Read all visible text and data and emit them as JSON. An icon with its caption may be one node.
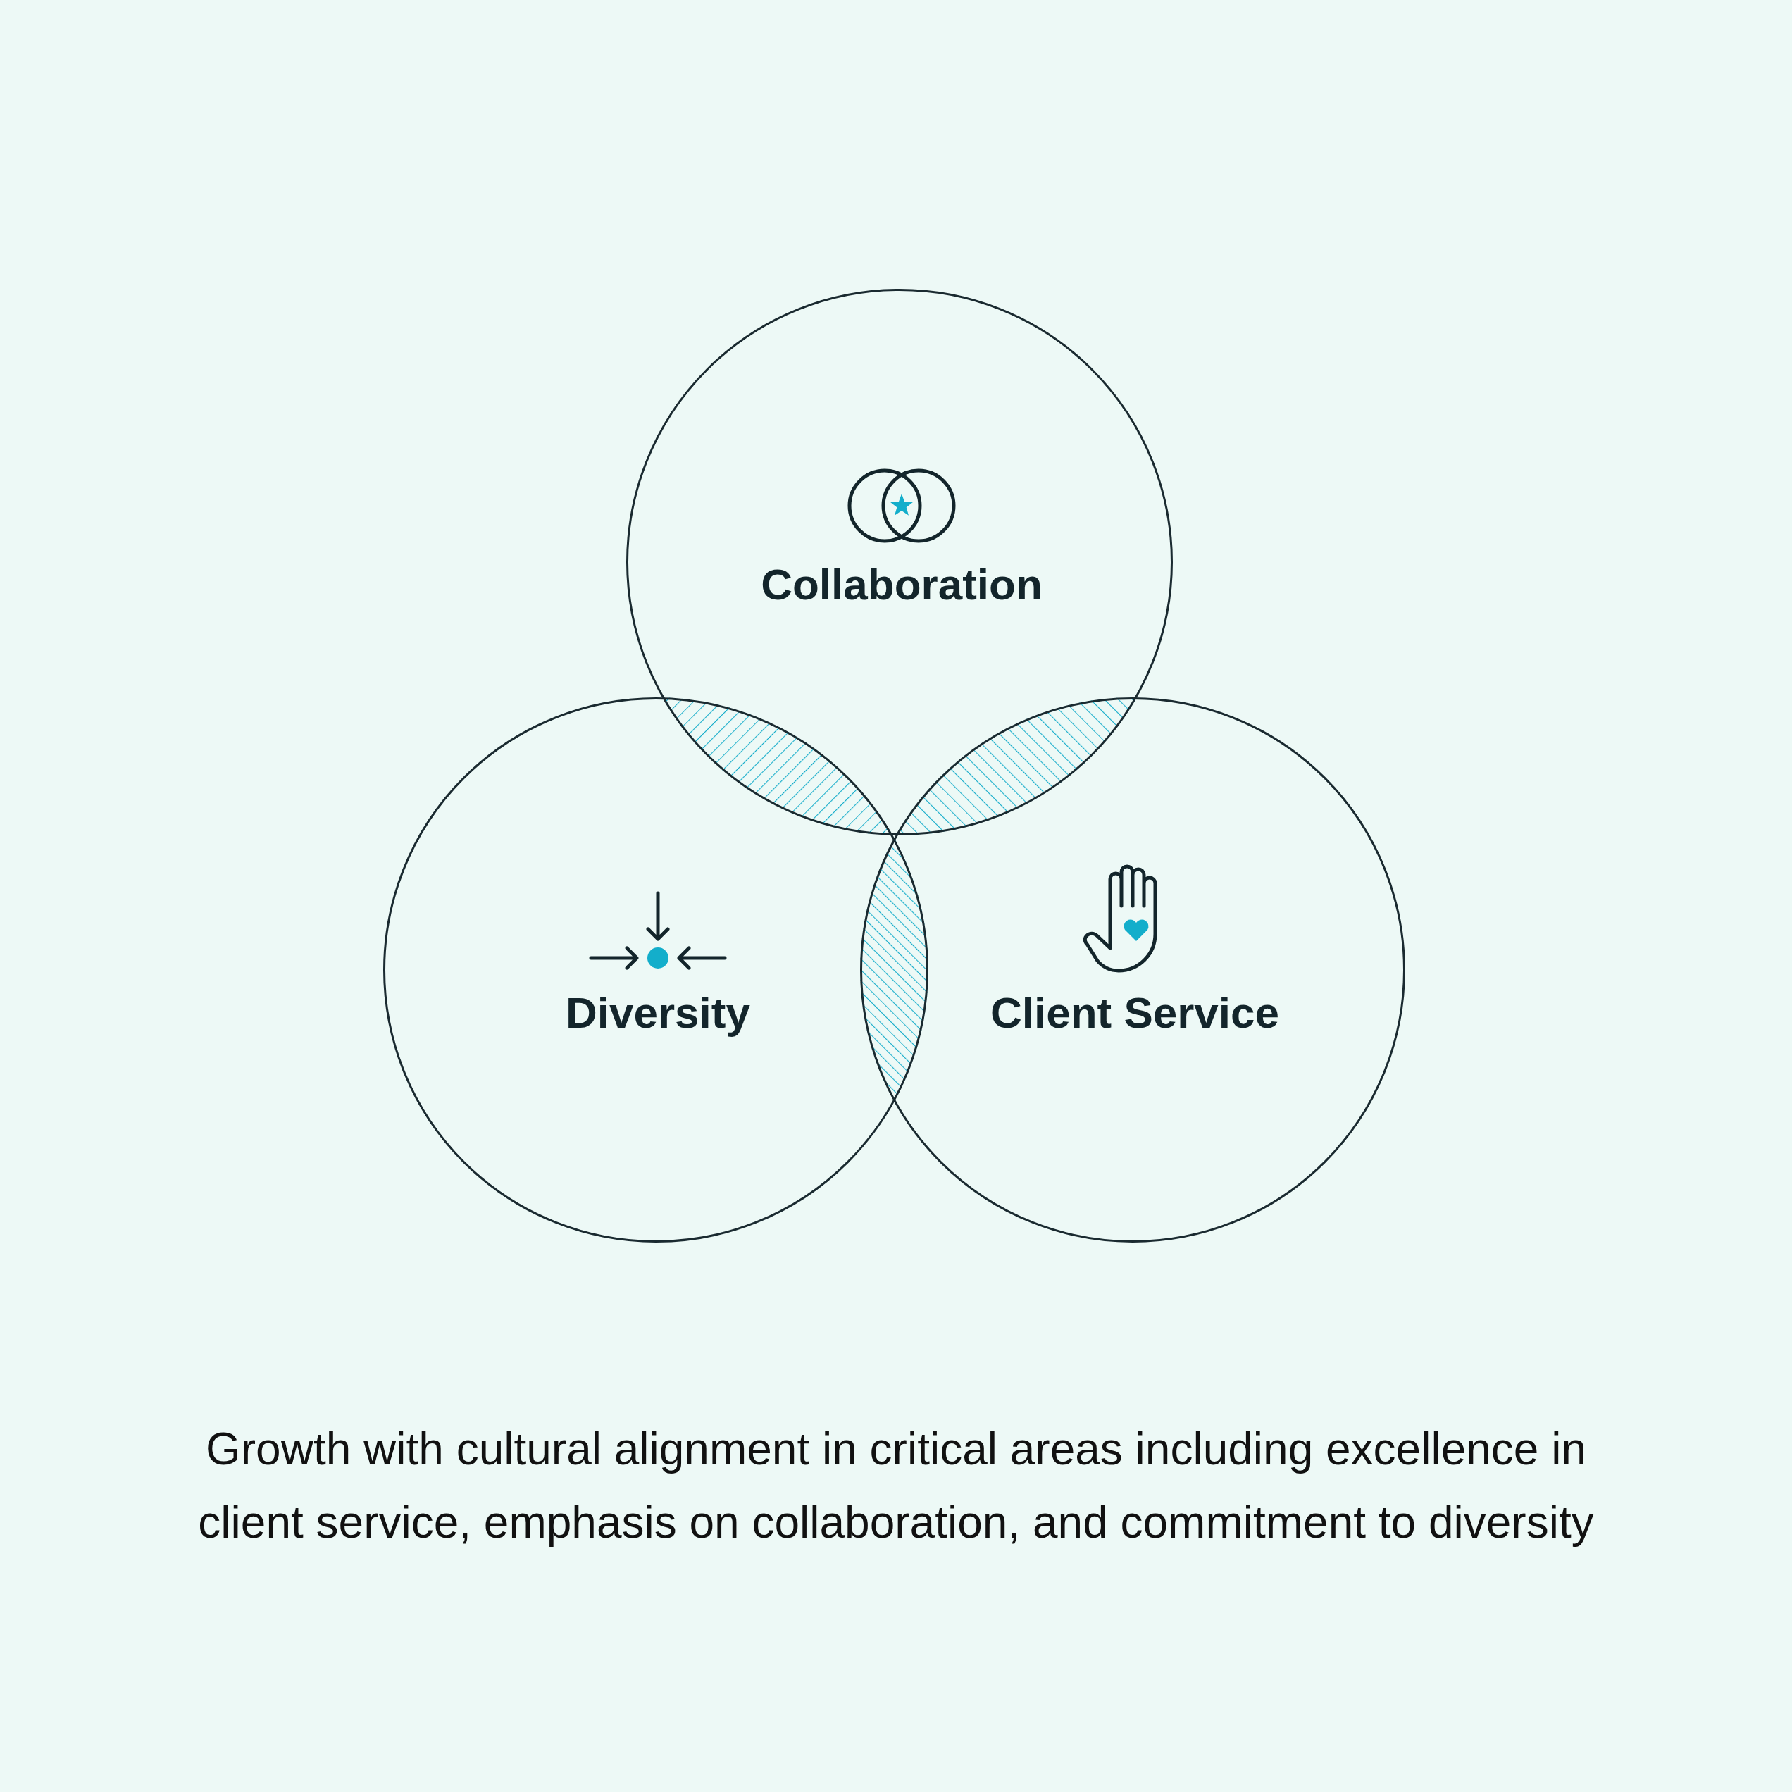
{
  "diagram": {
    "caption": "Growth with cultural alignment in critical areas including excellence in client service, emphasis on collaboration, and commitment to diversity",
    "nodes": [
      {
        "text": [
          "Collaboration"
        ]
      },
      {
        "text": [
          "Diversity"
        ]
      },
      {
        "text": [
          "Client Service"
        ]
      }
    ],
    "edges": []
  }
}
